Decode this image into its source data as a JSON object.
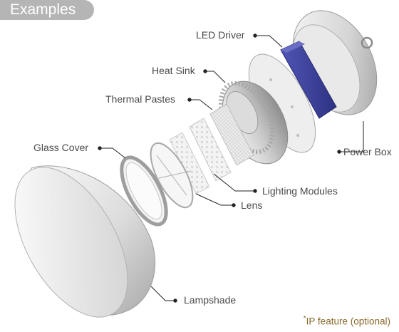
{
  "header": {
    "title": "Examples"
  },
  "labels": {
    "led_driver": "LED Driver",
    "heat_sink": "Heat Sink",
    "thermal_pastes": "Thermal Pastes",
    "glass_cover": "Glass Cover",
    "power_box": "Power Box",
    "lighting_modules": "Lighting Modules",
    "lens": "Lens",
    "lampshade": "Lampshade"
  },
  "footnote": {
    "mark": "*",
    "text": "IP feature (optional)"
  },
  "colors": {
    "badge": "#b5b5b5",
    "driver": "#3a3f9a",
    "metal_light": "#f2f2f2",
    "metal_dark": "#9a9a9a",
    "footnote": "#8a6a2a"
  }
}
